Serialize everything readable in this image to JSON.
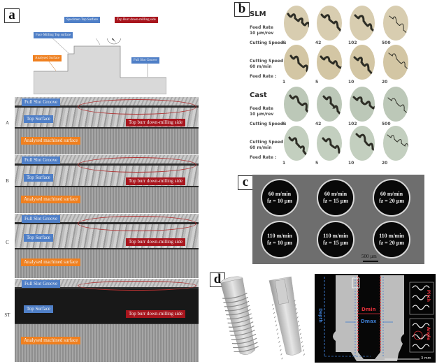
{
  "figure": {
    "panels": {
      "a": {
        "label": "a",
        "schematic": {
          "callouts": {
            "specimen_top_surface": "Specimen Top Surface",
            "top_burr": "Top Burr down-milling side",
            "face_milling": "Face Milling Top surface",
            "analysed_surface": "Analysed Surface",
            "full_slot_groove": "Full Slot Groove"
          }
        },
        "rows": [
          {
            "id": "A",
            "label": "A",
            "full_slot": "Full Slot Groove",
            "top_surface": "Top Surface",
            "burr": "Top burr down-milling side",
            "analysed": "Analysed machined surface"
          },
          {
            "id": "B",
            "label": "B",
            "full_slot": "Full Slot Groove",
            "top_surface": "Top Surface",
            "burr": "Top burr down-milling side",
            "analysed": "Analysed machined surface"
          },
          {
            "id": "C",
            "label": "C",
            "full_slot": "Full Slot Groove",
            "top_surface": "Top Surface",
            "burr": "Top burr down-milling side",
            "analysed": "Analysed machined surface"
          },
          {
            "id": "ST",
            "label": "ST",
            "full_slot": "Full Slot Groove",
            "top_surface": "Top Surface",
            "burr": "Top burr down-milling side",
            "analysed": "Analysed machined surface"
          }
        ]
      },
      "b": {
        "label": "b",
        "groups": [
          {
            "title": "SLM",
            "row1": {
              "condition_line1": "Feed Rate",
              "condition_line2": "10 µm/rev",
              "axis": "Cutting Speed :",
              "values": [
                "6",
                "42",
                "102",
                "500"
              ]
            },
            "row2": {
              "condition_line1": "Cutting Speed",
              "condition_line2": "60 m/min",
              "axis": "Feed Rate :",
              "values": [
                "1",
                "5",
                "10",
                "20"
              ]
            }
          },
          {
            "title": "Cast",
            "row1": {
              "condition_line1": "Feed Rate",
              "condition_line2": "10 µm/rev",
              "axis": "Cutting Speed :",
              "values": [
                "6",
                "42",
                "102",
                "500"
              ]
            },
            "row2": {
              "condition_line1": "Cutting Speed",
              "condition_line2": "60 m/min",
              "axis": "Feed Rate :",
              "values": [
                "1",
                "5",
                "10",
                "20"
              ]
            }
          }
        ]
      },
      "c": {
        "label": "c",
        "cells": [
          {
            "speed": "60 m/min",
            "feed": "fz = 10 µm"
          },
          {
            "speed": "60 m/min",
            "feed": "fz = 15 µm"
          },
          {
            "speed": "60 m/min",
            "feed": "fz = 20 µm"
          },
          {
            "speed": "110 m/min",
            "feed": "fz = 10 µm"
          },
          {
            "speed": "110 m/min",
            "feed": "fz = 15 µm"
          },
          {
            "speed": "110 m/min",
            "feed": "fz = 20 µm"
          }
        ],
        "scale_bar": "500 µm"
      },
      "d": {
        "label": "d",
        "annotations": {
          "depth": "Depth",
          "dmin": "Dmin",
          "dmax": "Dmax",
          "pitch": "Pitch",
          "angle": "Angle",
          "scale": "3 mm"
        }
      }
    },
    "colors": {
      "blue_tag": "#4f7fc7",
      "red_tag": "#a8151d",
      "orange_tag": "#f0801f",
      "annotation_red": "#e0303a",
      "annotation_blue": "#3c78c8"
    }
  }
}
